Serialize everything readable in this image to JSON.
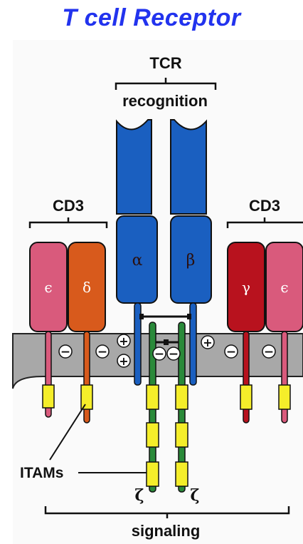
{
  "title": "T cell Receptor",
  "labels": {
    "tcr": "TCR",
    "recognition": "recognition",
    "cd3_left": "CD3",
    "cd3_right": "CD3",
    "itams": "ITAMs",
    "signaling": "signaling"
  },
  "chains": {
    "alpha": "α",
    "beta": "β",
    "epsilon_left": "ϵ",
    "delta": "δ",
    "gamma": "γ",
    "epsilon_right": "ϵ",
    "zeta_left": "ζ",
    "zeta_right": "ζ"
  },
  "charges": {
    "minus": "−",
    "plus": "+"
  },
  "colors": {
    "title": "#2233ee",
    "tcr_blue": "#1a5fc0",
    "epsilon_pink": "#d95a7c",
    "delta_orange": "#d85a1c",
    "gamma_red": "#b8121e",
    "zeta_green": "#2a8a3a",
    "itam_yellow": "#f5ee2a",
    "membrane_gray": "#a8a8a8"
  }
}
